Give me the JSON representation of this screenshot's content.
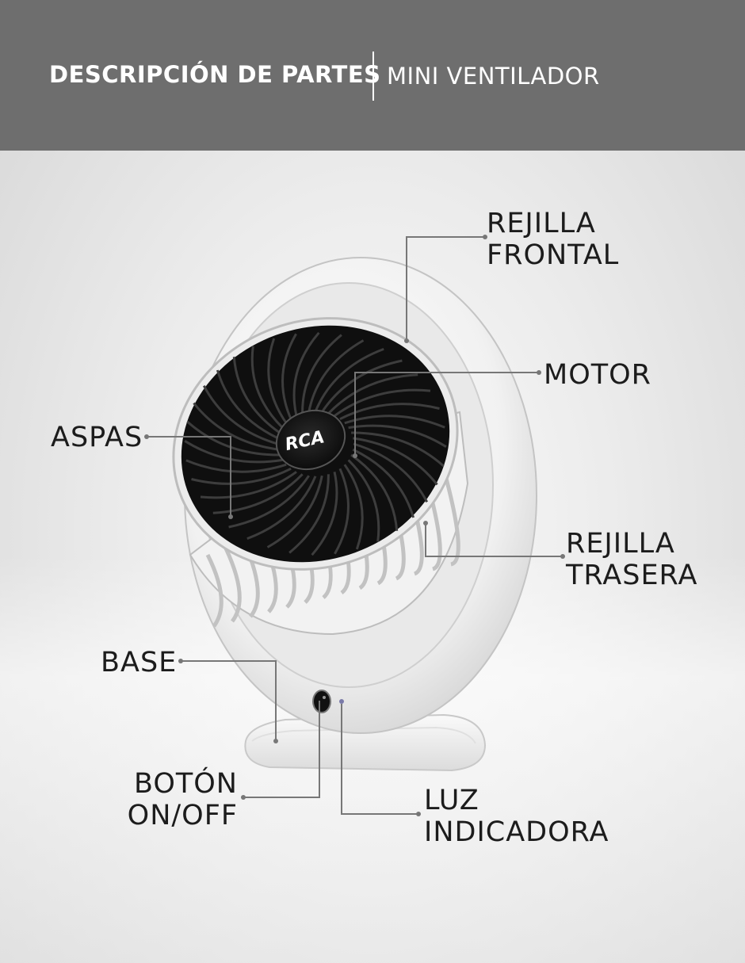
{
  "header": {
    "title": "DESCRIPCIÓN DE PARTES",
    "subtitle": "MINI VENTILADOR",
    "background": "#6e6e6e"
  },
  "product": {
    "brand_logo_text": "RCA"
  },
  "labels": {
    "rejilla_frontal": "REJILLA\nFRONTAL",
    "motor": "MOTOR",
    "aspas": "ASPAS",
    "rejilla_trasera": "REJILLA\nTRASERA",
    "base": "BASE",
    "boton": "BOTÓN\nON/OFF",
    "luz": "LUZ\nINDICADORA"
  },
  "colors": {
    "leader_line": "#777777",
    "fan_body": "#f4f4f4",
    "fan_grille": "#111111"
  }
}
